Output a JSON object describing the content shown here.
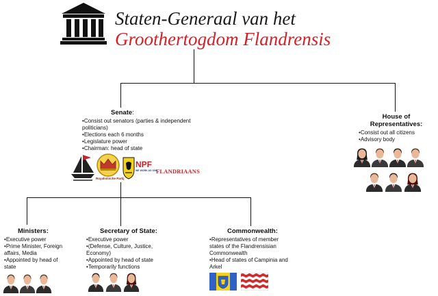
{
  "title": {
    "line1": "Staten-Generaal van het",
    "line2": "Groothertogdom Flandrensis"
  },
  "senate": {
    "heading": "Senate",
    "heading_suffix": ":",
    "bullets": [
      "Consist out senators (parties & independent politicians)",
      "Elections each 6 months",
      "Legislature power",
      "Chairman: head of state"
    ],
    "logos": [
      {
        "icon": "ship-flag-logo",
        "caption": ""
      },
      {
        "icon": "crown-logo",
        "caption": "Royalistische Partij"
      },
      {
        "icon": "lion-shield-logo",
        "caption": ""
      },
      {
        "icon": "npf-logo",
        "text": "NPF",
        "caption": "WE WORK AS ONE"
      },
      {
        "icon": "flandriaans-logo",
        "text": "FLANDRIAANS"
      }
    ]
  },
  "house": {
    "heading": "House of Representatives:",
    "bullets": [
      "Consist out all citizens",
      "Advisory body"
    ]
  },
  "ministers": {
    "heading": "Ministers:",
    "bullets": [
      "Executive power",
      "Prime Minister, Foreign affairs, Media",
      "Appointed by head of state"
    ]
  },
  "secretary": {
    "heading": "Secretary of State:",
    "bullets": [
      "Executive power",
      "(Defense, Culture, Justice, Economy)",
      "Appointed by head of state",
      "Temporarily functions"
    ]
  },
  "commonwealth": {
    "heading": "Commonwealth:",
    "bullets": [
      "Representatives of member states of the Flandrensisian Commonwealth",
      "Head of states of Campinia and Arkel"
    ]
  },
  "colors": {
    "title_red": "#d61f26",
    "line": "#111111",
    "flag_blue": "#2f62c4",
    "flag_yellow": "#f5d21a",
    "flag_red": "#d42a2a"
  }
}
